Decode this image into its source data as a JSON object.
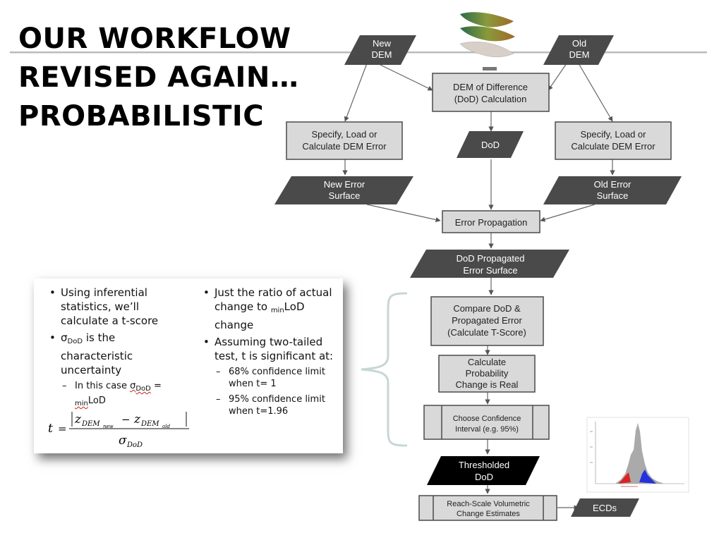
{
  "slide": {
    "title_lines": [
      "OUR WORKFLOW",
      "REVISED AGAIN…",
      "PROBABILISTIC"
    ]
  },
  "flow": {
    "new_dem": [
      "New",
      "DEM"
    ],
    "old_dem": [
      "Old",
      "DEM"
    ],
    "dod_calc": [
      "DEM of Difference",
      "(DoD) Calculation"
    ],
    "specify_left": [
      "Specify, Load or",
      "Calculate DEM Error"
    ],
    "dod": "DoD",
    "specify_right": [
      "Specify, Load or",
      "Calculate DEM Error"
    ],
    "new_error": [
      "New Error",
      "Surface"
    ],
    "old_error": [
      "Old Error",
      "Surface"
    ],
    "error_prop": "Error Propagation",
    "dod_prop": [
      "DoD Propagated",
      "Error Surface"
    ],
    "compare": [
      "Compare DoD &",
      "Propagated Error",
      "(Calculate T-Score)"
    ],
    "calc_prob": [
      "Calculate",
      "Probability",
      "Change is Real"
    ],
    "choose_ci": [
      "Choose Confidence",
      "Interval (e.g. 95%)"
    ],
    "thresholded": [
      "Thresholded",
      "DoD"
    ],
    "reach": [
      "Reach-Scale Volumetric",
      "Change Estimates"
    ],
    "ecds": "ECDs"
  },
  "textbox": {
    "left_b1": "Using inferential statistics, we’ll calculate a t-score",
    "left_b2_sigma": "σ",
    "left_b2_sub": "DoD",
    "left_b2_rest": " is the characteristic uncertainty",
    "left_sub_prefix": "In this case ",
    "left_sub_sigma": "σ",
    "left_sub_sigma_sub": "DoD",
    "left_sub_eq": " = ",
    "left_sub_min": "min",
    "left_sub_lod": "LoD",
    "right_b1_pre": "Just the ratio of actual change to ",
    "right_b1_min": "min",
    "right_b1_post": "LoD change",
    "right_b2": "Assuming two-tailed test, t is significant at:",
    "right_sub1": "68% confidence limit when t= 1",
    "right_sub2": "95% confidence limit when t=1.96",
    "formula_t": "t",
    "formula_eq": "=",
    "formula_z1": "z",
    "formula_z1_sub": "DEM",
    "formula_z1_subsub": "new",
    "formula_minus": "−",
    "formula_z2": "z",
    "formula_z2_sub": "DEM",
    "formula_z2_subsub": "old",
    "formula_sigma": "σ",
    "formula_sigma_sub": "DoD"
  },
  "colors": {
    "box_fill": "#d9d9d9",
    "box_stroke": "#4a4a4a",
    "para_fill": "#4a4a4a",
    "black_fill": "#000000",
    "bracket": "#c8d6d6",
    "hist_gray": "#aaaaaa",
    "hist_red": "#dd2222",
    "hist_blue": "#2233dd"
  }
}
